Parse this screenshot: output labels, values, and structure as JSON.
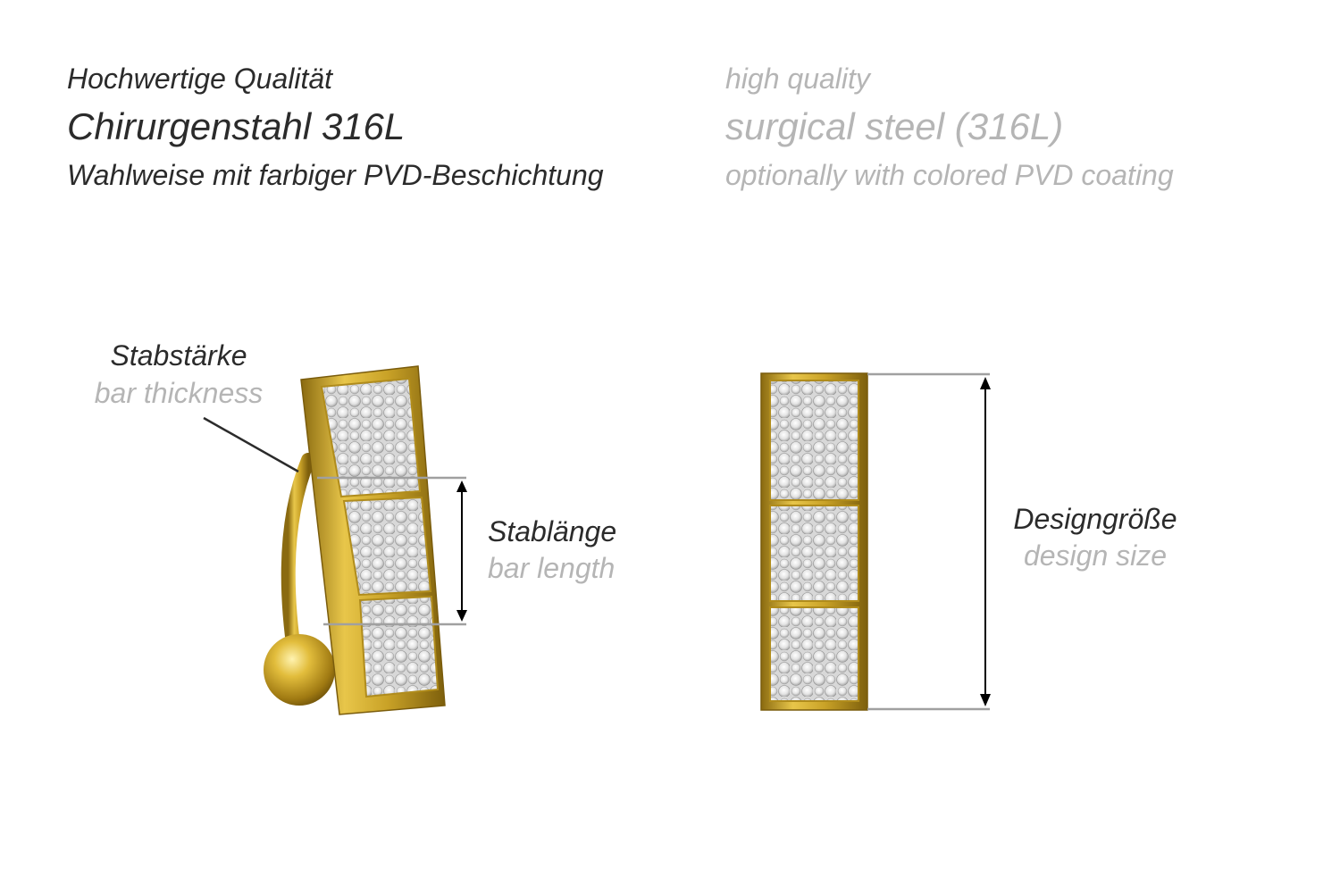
{
  "header": {
    "de": {
      "quality": "Hochwertige Qualität",
      "material": "Chirurgenstahl 316L",
      "coating": "Wahlweise mit farbiger PVD-Beschichtung"
    },
    "en": {
      "quality": "high quality",
      "material": "surgical steel (316L)",
      "coating": "optionally with colored PVD coating"
    }
  },
  "labels": {
    "bar_thickness": {
      "de": "Stabstärke",
      "en": "bar thickness"
    },
    "bar_length": {
      "de": "Stablänge",
      "en": "bar length"
    },
    "design_size": {
      "de": "Designgröße",
      "en": "design size"
    }
  },
  "colors": {
    "text_primary": "#2b2b2b",
    "text_secondary": "#b5b5b5",
    "gold": "#c9a227",
    "gold_dark": "#8a6a10",
    "crystal": "#e6e6e6",
    "measure_line": "#a0a0a0"
  }
}
